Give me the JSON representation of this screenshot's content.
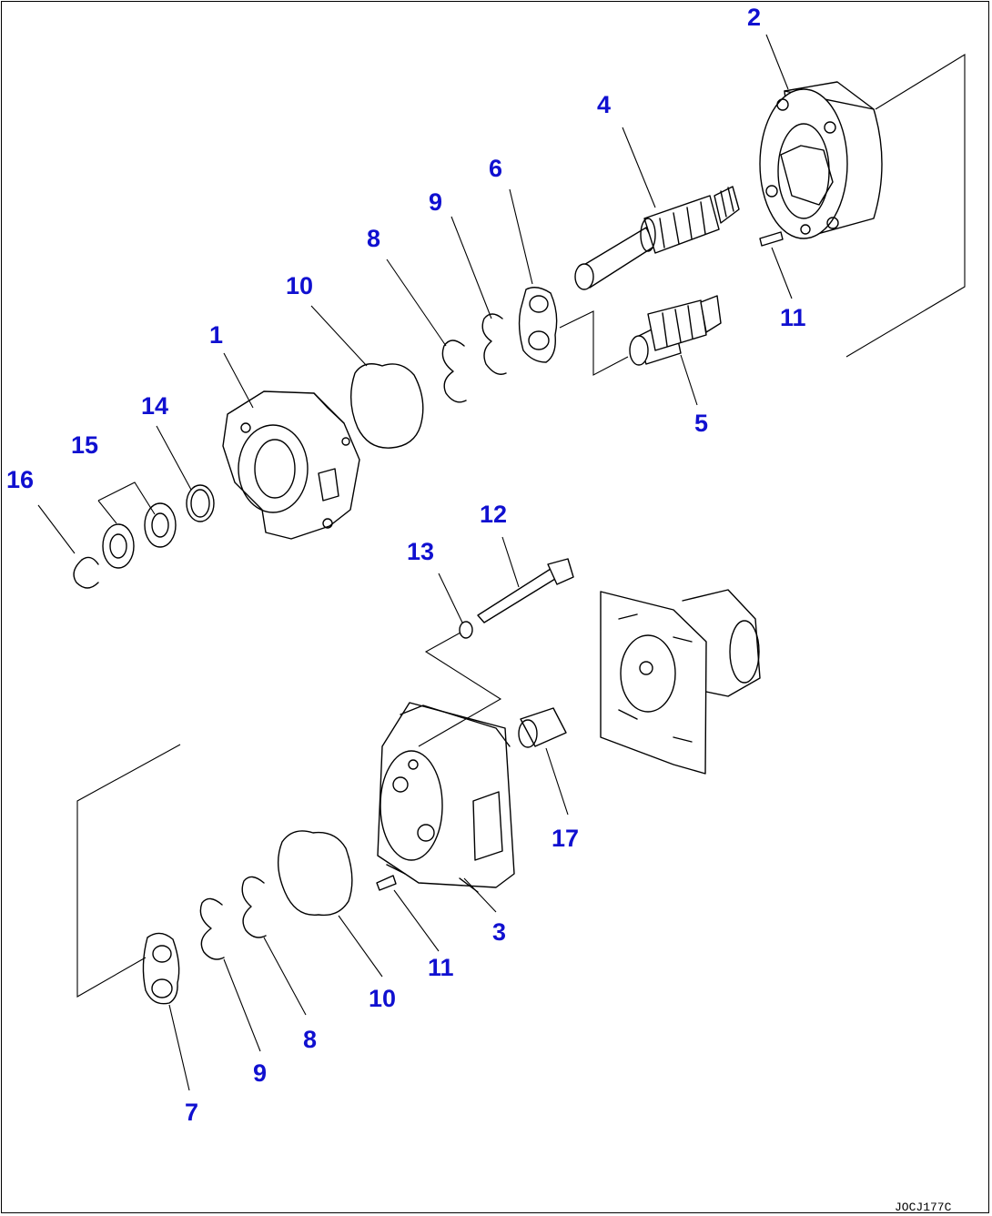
{
  "diagram": {
    "callout_color": "#1010d0",
    "drawing_number": "JOCJ177C",
    "callouts": [
      {
        "id": "c2",
        "label": "2"
      },
      {
        "id": "c4",
        "label": "4"
      },
      {
        "id": "c6",
        "label": "6"
      },
      {
        "id": "c9a",
        "label": "9"
      },
      {
        "id": "c8a",
        "label": "8"
      },
      {
        "id": "c10a",
        "label": "10"
      },
      {
        "id": "c1",
        "label": "1"
      },
      {
        "id": "c11a",
        "label": "11"
      },
      {
        "id": "c5",
        "label": "5"
      },
      {
        "id": "c14",
        "label": "14"
      },
      {
        "id": "c15",
        "label": "15"
      },
      {
        "id": "c16",
        "label": "16"
      },
      {
        "id": "c12",
        "label": "12"
      },
      {
        "id": "c13",
        "label": "13"
      },
      {
        "id": "c17",
        "label": "17"
      },
      {
        "id": "c3",
        "label": "3"
      },
      {
        "id": "c11b",
        "label": "11"
      },
      {
        "id": "c10b",
        "label": "10"
      },
      {
        "id": "c8b",
        "label": "8"
      },
      {
        "id": "c9b",
        "label": "9"
      },
      {
        "id": "c7",
        "label": "7"
      }
    ]
  }
}
